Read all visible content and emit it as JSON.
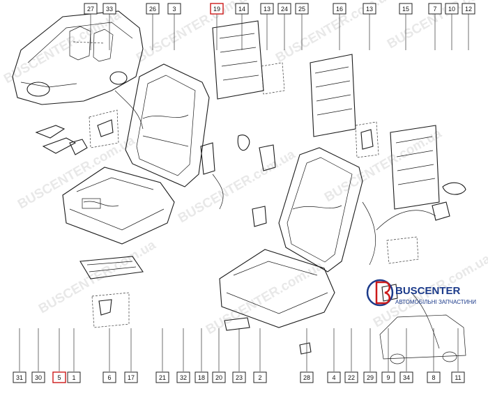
{
  "watermark_text": "BUSCENTER.com.ua",
  "watermark_upper": "BUSCENTER",
  "logo": {
    "name": "BUSCENTER",
    "tagline": "АВТОМОБІЛЬНІ ЗАПЧАСТИНИ"
  },
  "top_callouts": [
    "27",
    "33",
    "26",
    "3",
    "19",
    "14",
    "13",
    "24",
    "25",
    "16",
    "13",
    "15",
    "7",
    "10",
    "12"
  ],
  "bottom_callouts": [
    "31",
    "30",
    "5",
    "1",
    "6",
    "17",
    "21",
    "32",
    "18",
    "20",
    "23",
    "2",
    "28",
    "4",
    "22",
    "29",
    "9",
    "34",
    "8",
    "11"
  ],
  "highlighted_callouts": [
    "19",
    "5"
  ],
  "colors": {
    "line": "#1a1a1a",
    "highlight": "#cc1a1a",
    "logo": "#1b3a8a",
    "watermark": "#c0c0c0"
  }
}
